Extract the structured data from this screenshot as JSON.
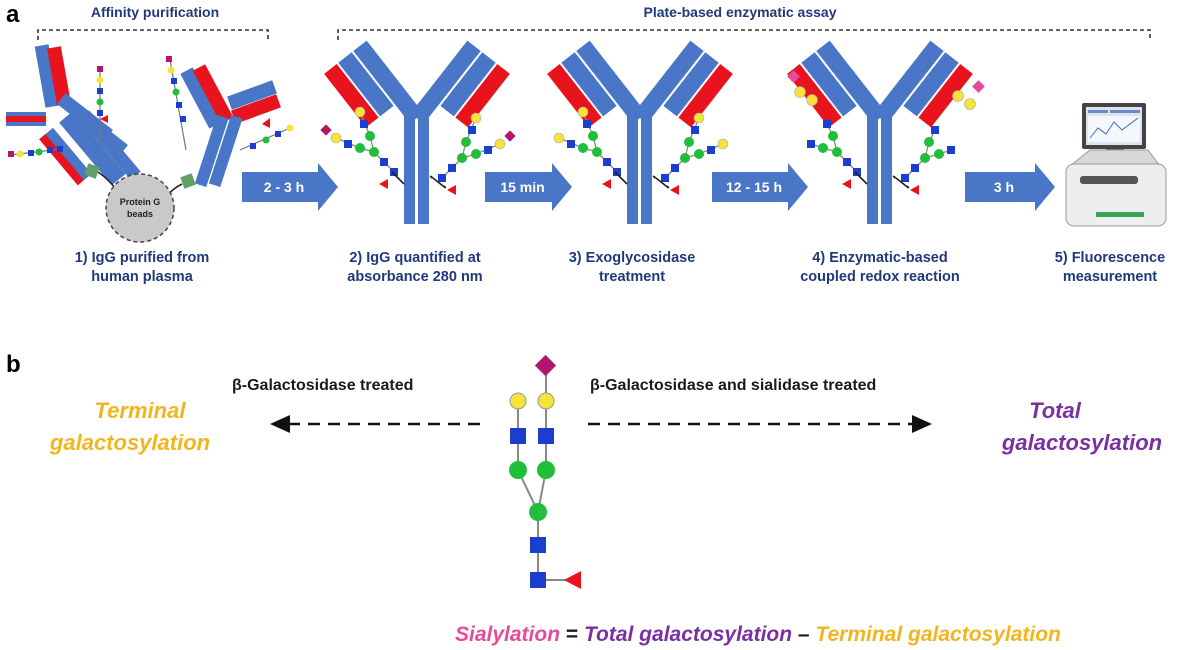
{
  "panel_a": {
    "letter": "a",
    "header_left": "Affinity purification",
    "header_right": "Plate-based enzymatic assay",
    "beads_label": [
      "Protein G",
      "beads"
    ],
    "steps": [
      {
        "l1": "1)  IgG purified from",
        "l2": "human plasma"
      },
      {
        "l1": "2) IgG quantified at",
        "l2": "absorbance 280 nm"
      },
      {
        "l1": "3) Exoglycosidase",
        "l2": "treatment"
      },
      {
        "l1": "4)  Enzymatic-based",
        "l2": "coupled redox reaction"
      },
      {
        "l1": "5)  Fluorescence",
        "l2": "measurement"
      }
    ],
    "times": [
      "2 - 3 h",
      "15 min",
      "12 - 15 h",
      "3 h"
    ]
  },
  "panel_b": {
    "letter": "b",
    "left_treatment": "β-Galactosidase  treated",
    "right_treatment": "β-Galactosidase and sialidase treated",
    "left_outcome": [
      "Terminal",
      "galactosylation"
    ],
    "right_outcome": [
      "Total",
      "galactosylation"
    ],
    "equation": {
      "term1": "Sialylation",
      "op1": " = ",
      "term2": "Total galactosylation",
      "op2": " – ",
      "term3": "Terminal galactosylation"
    }
  },
  "colors": {
    "navy_text": "#1f3a7a",
    "antibody_blue": "#4a76c7",
    "antibody_red": "#e8131c",
    "arrow_blue": "#4a76c7",
    "galactose_yellow": "#f5e33a",
    "glcnac_blue": "#1a3fd0",
    "mannose_green": "#1fbf3a",
    "fucose_red": "#e8131c",
    "sialic_acid_magenta": "#b3166e",
    "terminal_color": "#f2b51e",
    "total_color": "#7a2fa3",
    "sialylation_color": "#e44b9b"
  }
}
